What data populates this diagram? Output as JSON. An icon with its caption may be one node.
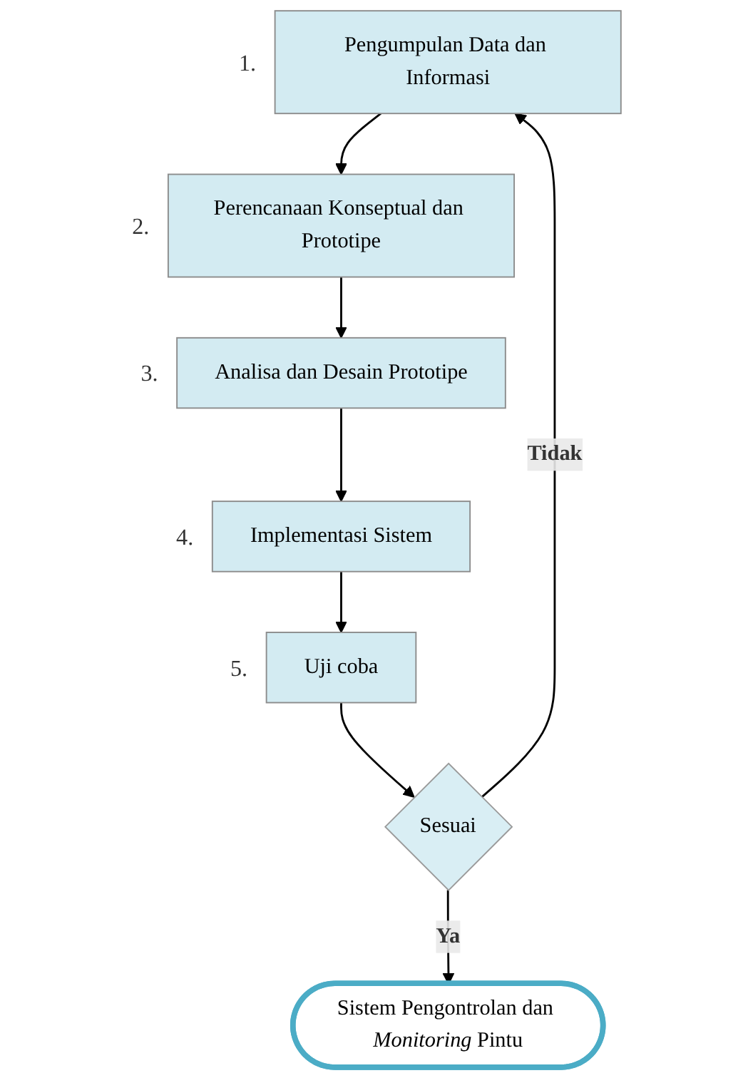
{
  "diagram": {
    "nodes": [
      {
        "text": [
          "Pengumpulan Data dan Informasi"
        ],
        "beside": [
          "1."
        ]
      },
      {
        "text": [
          "Perencanaan Konseptual dan Prototipe"
        ],
        "beside": [
          "2."
        ]
      },
      {
        "text": [
          "Analisa dan Desain Prototipe"
        ],
        "beside": [
          "3."
        ]
      },
      {
        "text": [
          "Implementasi Sistem"
        ],
        "beside": [
          "4."
        ]
      },
      {
        "text": [
          "Uji coba"
        ],
        "beside": [
          "5."
        ]
      },
      {
        "text": [
          "Sesuai"
        ]
      },
      {
        "text": [
          "Sistem Pengontrolan dan *Monitoring* Pintu"
        ]
      }
    ],
    "edges": [
      {
        "from": 0,
        "to": 1,
        "arrow": "to"
      },
      {
        "from": 1,
        "to": 2,
        "arrow": "to"
      },
      {
        "from": 2,
        "to": 3,
        "arrow": "to"
      },
      {
        "from": 3,
        "to": 4,
        "arrow": "to"
      },
      {
        "from": 4,
        "to": 5,
        "arrow": "to"
      },
      {
        "from": 5,
        "to": 0,
        "label": "Tidak",
        "arrow": "to"
      },
      {
        "from": 5,
        "to": 6,
        "label": "Ya",
        "arrow": "to"
      }
    ]
  }
}
